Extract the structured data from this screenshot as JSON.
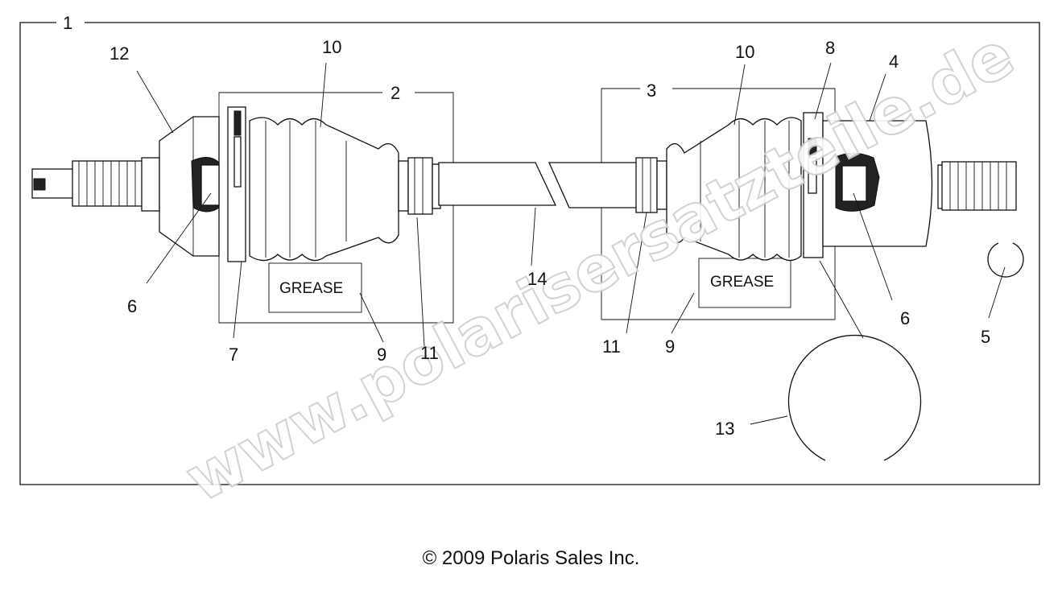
{
  "callouts": {
    "c1": "1",
    "c2": "2",
    "c3": "3",
    "c4": "4",
    "c5": "5",
    "c6_left": "6",
    "c6_right": "6",
    "c7": "7",
    "c8": "8",
    "c9_left": "9",
    "c9_right": "9",
    "c10_left": "10",
    "c10_right": "10",
    "c11_left": "11",
    "c11_right": "11",
    "c12": "12",
    "c13": "13",
    "c14": "14"
  },
  "grease_labels": {
    "left": "GREASE",
    "right": "GREASE"
  },
  "watermark": "www.polarisersatzteile.de",
  "copyright": "© 2009 Polaris Sales Inc."
}
